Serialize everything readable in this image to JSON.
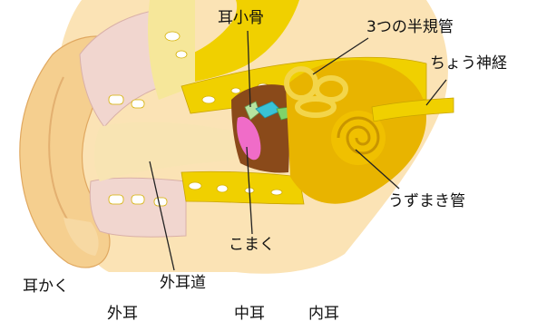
{
  "labels": {
    "ossicles": "耳小骨",
    "semicircular_canals": "3つの半規管",
    "auditory_nerve": "ちょう神経",
    "cochlea": "うずまき管",
    "eardrum": "こまく",
    "auricle": "耳かく",
    "ear_canal": "外耳道",
    "outer_ear": "外耳",
    "middle_ear": "中耳",
    "inner_ear": "内耳"
  },
  "colors": {
    "skin": "#f5cf8f",
    "skin_light": "#fbe3b5",
    "bone": "#f0d000",
    "bone_pale": "#f6e79a",
    "cartilage_pink": "#f1d6cf",
    "middle_cavity": "#8a4a1a",
    "eardrum": "#f06cc8",
    "inner_ear": "#e8b400",
    "ossicle_cyan": "#39c2d6",
    "ossicle_green": "#7fd36b",
    "leader_line": "#222222"
  }
}
